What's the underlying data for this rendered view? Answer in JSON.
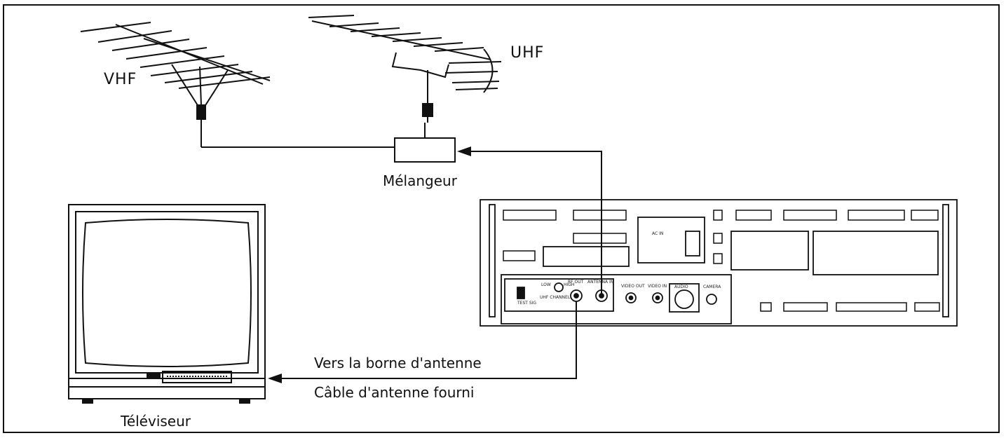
{
  "labels": {
    "vhf": "VHF",
    "uhf": "UHF",
    "mixer": "Mélangeur",
    "tv": "Téléviseur",
    "to_antenna_terminal": "Vers la borne d'antenne",
    "supplied_cable": "Câble d'antenne fourni"
  },
  "vcr_panel": {
    "switch_low": "LOW",
    "switch_high": "HIGH",
    "rf_out": "RF OUT",
    "antenna_in": "ANTENNA IN",
    "video_out": "VIDEO OUT",
    "video_in": "VIDEO IN",
    "audio": "AUDIO",
    "camera": "CAMERA",
    "test_sig": "TEST SIG",
    "uhf_channel": "UHF CHANNEL",
    "ac_in": "AC IN"
  },
  "colors": {
    "line": "#111111",
    "background": "#ffffff"
  }
}
